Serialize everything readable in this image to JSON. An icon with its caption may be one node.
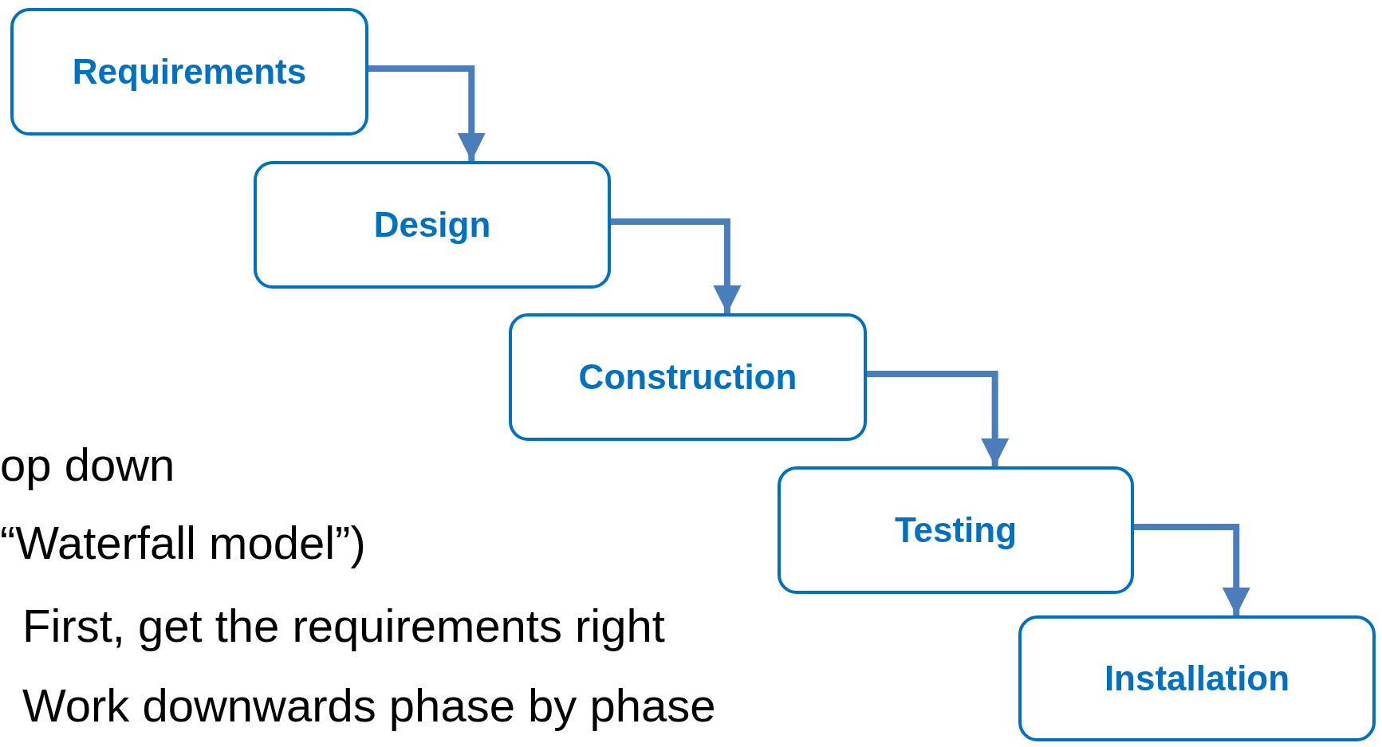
{
  "diagram": {
    "nodes": [
      {
        "text": [
          "Requirements"
        ]
      },
      {
        "text": [
          "Design"
        ]
      },
      {
        "text": [
          "Construction"
        ]
      },
      {
        "text": [
          "Testing"
        ]
      },
      {
        "text": [
          "Installation"
        ]
      }
    ],
    "edges": [
      {
        "from": 0,
        "to": 1,
        "arrow": "to"
      },
      {
        "from": 1,
        "to": 2,
        "arrow": "to"
      },
      {
        "from": 2,
        "to": 3,
        "arrow": "to"
      },
      {
        "from": 3,
        "to": 4,
        "arrow": "to"
      }
    ],
    "labels": [
      "op down",
      "“Waterfall model”)",
      "First, get the requirements right",
      "Work downwards phase by phase"
    ]
  }
}
